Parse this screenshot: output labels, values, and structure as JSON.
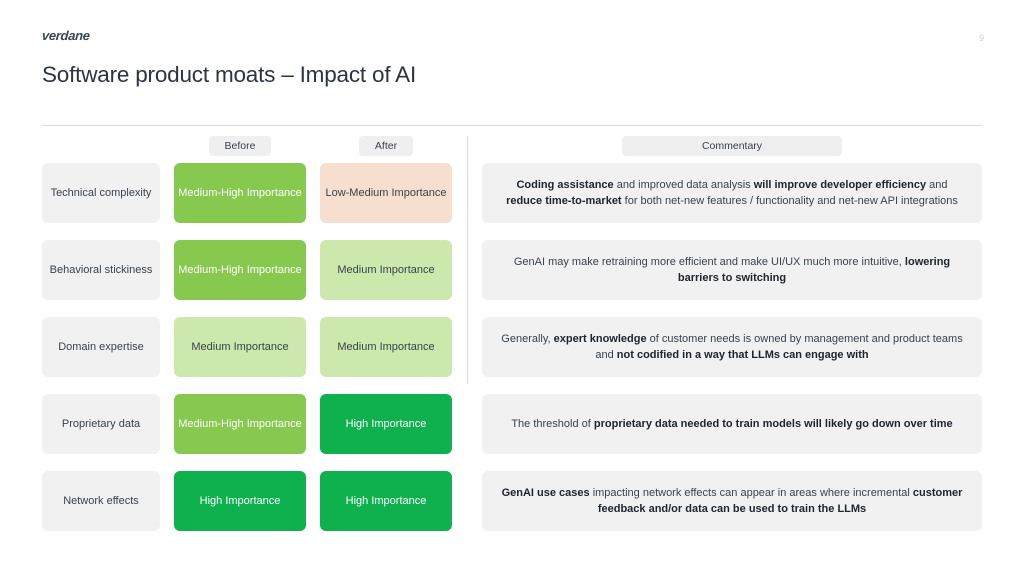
{
  "brand": {
    "logo_text": "verdane",
    "accent_green": "#0fb04e"
  },
  "header": {
    "page_number": "9",
    "title": "Software product moats – Impact of AI"
  },
  "columns": {
    "label": "",
    "before": "Before",
    "after": "After",
    "commentary": "Commentary"
  },
  "tone_colors": {
    "high": "#0fb04e",
    "medium_high": "#86c94e",
    "medium": "#cde8ac",
    "low_medium": "#f6dfce",
    "neutral": "#f1f1f1"
  },
  "rows": [
    {
      "label": "Technical complexity",
      "before": {
        "text": "Medium-High Importance",
        "tone": "medium-high"
      },
      "after": {
        "text": "Low-Medium Importance",
        "tone": "low-medium"
      },
      "commentary_html": "<b>Coding assistance</b> and improved data analysis <b>will improve developer efficiency</b> and <b>reduce time-to-market</b> for both net-new features / functionality and net-new API integrations"
    },
    {
      "label": "Behavioral stickiness",
      "before": {
        "text": "Medium-High Importance",
        "tone": "medium-high"
      },
      "after": {
        "text": "Medium Importance",
        "tone": "medium"
      },
      "commentary_html": "GenAI may make retraining more efficient and make UI/UX much more intuitive, <b>lowering barriers to switching</b>"
    },
    {
      "label": "Domain expertise",
      "before": {
        "text": "Medium Importance",
        "tone": "medium"
      },
      "after": {
        "text": "Medium Importance",
        "tone": "medium"
      },
      "commentary_html": "Generally, <b>expert knowledge</b> of customer needs is owned by management and product teams and <b>not codified in a way that LLMs can engage with</b>"
    },
    {
      "label": "Proprietary data",
      "before": {
        "text": "Medium-High Importance",
        "tone": "medium-high"
      },
      "after": {
        "text": "High Importance",
        "tone": "high"
      },
      "commentary_html": "The threshold of <b>proprietary data needed to train models will likely go down over time</b>"
    },
    {
      "label": "Network effects",
      "before": {
        "text": "High Importance",
        "tone": "high"
      },
      "after": {
        "text": "High Importance",
        "tone": "high"
      },
      "commentary_html": "<b>GenAI use cases</b> impacting network effects can appear in areas where incremental <b>customer feedback and/or data can be used to train the LLMs</b>"
    }
  ]
}
